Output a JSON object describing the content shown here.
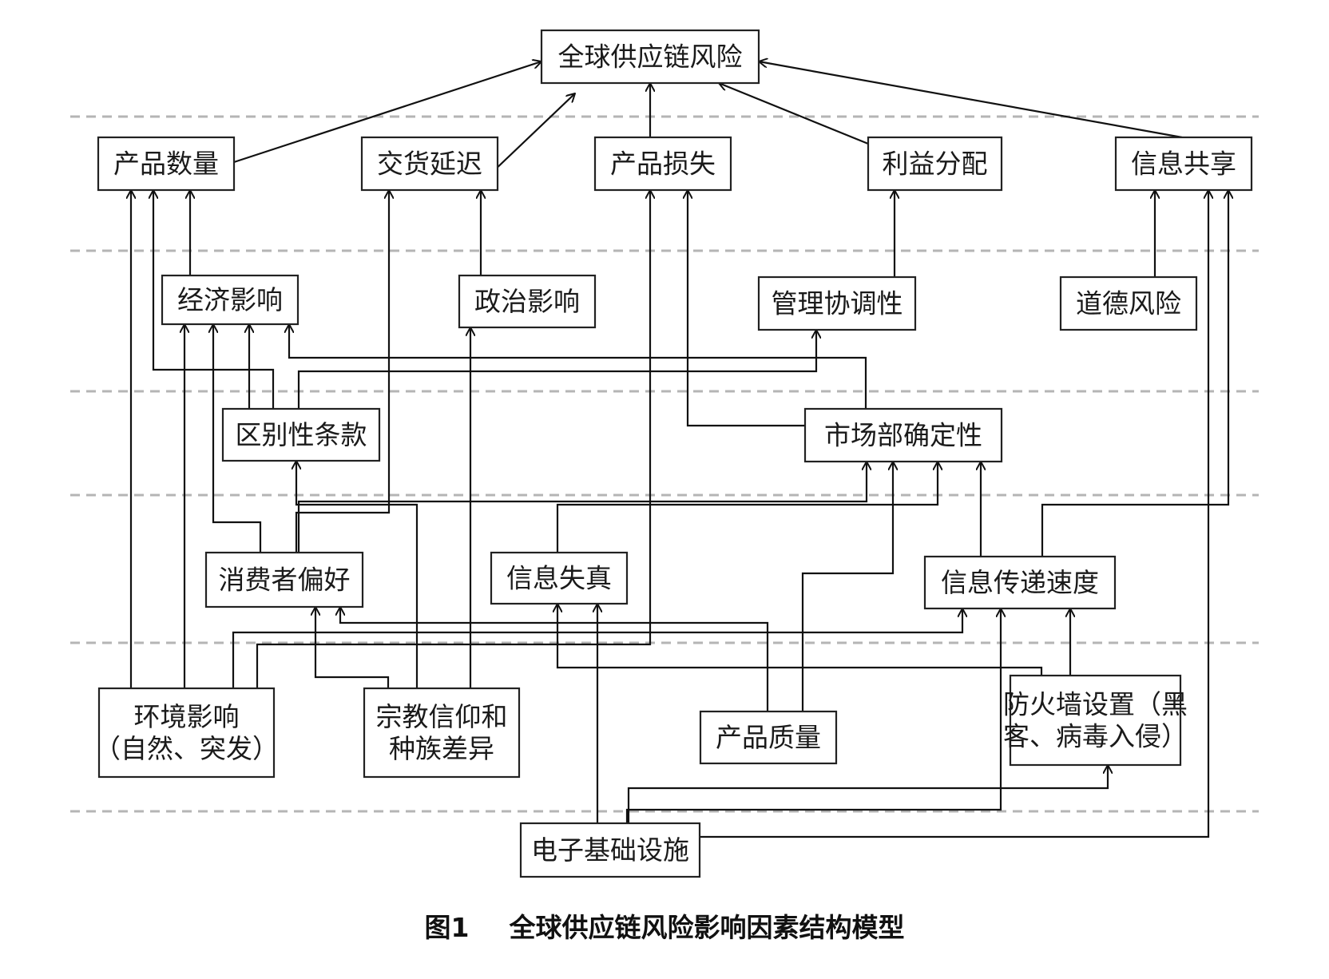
{
  "caption": {
    "number": "图1",
    "title": "全球供应链风险影响因素结构模型"
  },
  "nodes": [
    {
      "id": "global",
      "lines": [
        "全球供应链风险"
      ]
    },
    {
      "id": "quantity",
      "lines": [
        "产品数量"
      ]
    },
    {
      "id": "delay",
      "lines": [
        "交货延迟"
      ]
    },
    {
      "id": "loss",
      "lines": [
        "产品损失"
      ]
    },
    {
      "id": "profit",
      "lines": [
        "利益分配"
      ]
    },
    {
      "id": "share",
      "lines": [
        "信息共享"
      ]
    },
    {
      "id": "econ",
      "lines": [
        "经济影响"
      ]
    },
    {
      "id": "politic",
      "lines": [
        "政治影响"
      ]
    },
    {
      "id": "coord",
      "lines": [
        "管理协调性"
      ]
    },
    {
      "id": "moral",
      "lines": [
        "道德风险"
      ]
    },
    {
      "id": "clause",
      "lines": [
        "区别性条款"
      ]
    },
    {
      "id": "market",
      "lines": [
        "市场部确定性"
      ]
    },
    {
      "id": "prefer",
      "lines": [
        "消费者偏好"
      ]
    },
    {
      "id": "distort",
      "lines": [
        "信息失真"
      ]
    },
    {
      "id": "speed",
      "lines": [
        "信息传递速度"
      ]
    },
    {
      "id": "env",
      "lines": [
        "环境影响",
        "（自然、突发）"
      ]
    },
    {
      "id": "religion",
      "lines": [
        "宗教信仰和",
        "种族差异"
      ]
    },
    {
      "id": "pquality",
      "lines": [
        "产品质量"
      ]
    },
    {
      "id": "firewall",
      "lines": [
        "防火墙设置（黑",
        "客、病毒入侵）"
      ]
    },
    {
      "id": "infra",
      "lines": [
        "电子基础设施"
      ]
    }
  ],
  "edges": [
    {
      "from": "quantity",
      "to": "global"
    },
    {
      "from": "delay",
      "to": "global"
    },
    {
      "from": "loss",
      "to": "global"
    },
    {
      "from": "profit",
      "to": "global"
    },
    {
      "from": "share",
      "to": "global"
    },
    {
      "from": "econ",
      "to": "quantity"
    },
    {
      "from": "env",
      "to": "quantity"
    },
    {
      "from": "clause",
      "to": "quantity"
    },
    {
      "from": "prefer",
      "to": "delay"
    },
    {
      "from": "politic",
      "to": "delay"
    },
    {
      "from": "env",
      "to": "loss"
    },
    {
      "from": "market",
      "to": "loss"
    },
    {
      "from": "coord",
      "to": "profit"
    },
    {
      "from": "moral",
      "to": "share"
    },
    {
      "from": "speed",
      "to": "share"
    },
    {
      "from": "infra",
      "to": "share"
    },
    {
      "from": "env",
      "to": "econ"
    },
    {
      "from": "prefer",
      "to": "econ"
    },
    {
      "from": "clause",
      "to": "econ"
    },
    {
      "from": "market",
      "to": "econ"
    },
    {
      "from": "religion",
      "to": "politic"
    },
    {
      "from": "clause",
      "to": "coord"
    },
    {
      "from": "religion",
      "to": "clause"
    },
    {
      "from": "prefer",
      "to": "market"
    },
    {
      "from": "distort",
      "to": "market"
    },
    {
      "from": "pquality",
      "to": "market"
    },
    {
      "from": "speed",
      "to": "market"
    },
    {
      "from": "religion",
      "to": "prefer"
    },
    {
      "from": "pquality",
      "to": "prefer"
    },
    {
      "from": "firewall",
      "to": "distort"
    },
    {
      "from": "infra",
      "to": "distort"
    },
    {
      "from": "env",
      "to": "speed"
    },
    {
      "from": "infra",
      "to": "speed"
    },
    {
      "from": "firewall",
      "to": "speed"
    },
    {
      "from": "infra",
      "to": "firewall"
    }
  ]
}
